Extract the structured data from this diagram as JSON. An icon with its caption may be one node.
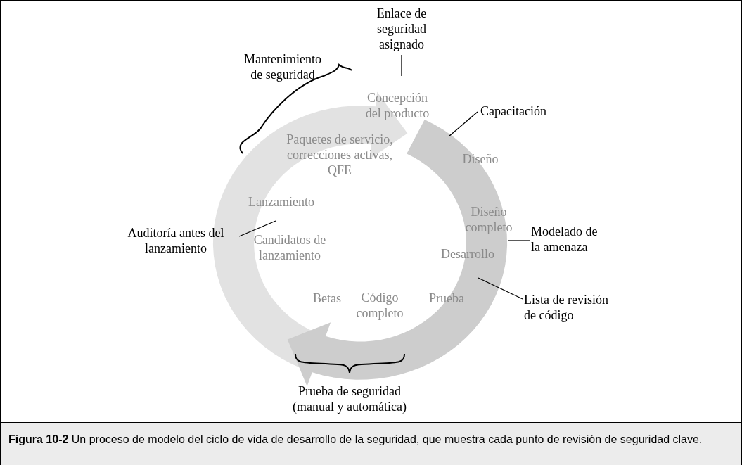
{
  "diagram": {
    "caption": "**Figura 10-2** Un proceso de modelo del ciclo de vida de desarrollo de la seguridad, que muestra cada punto de revisión de seguridad clave.",
    "nodes": [
      {
        "text": [
          "Enlace de seguridad asignado"
        ]
      },
      {
        "text": [
          "Capacitación"
        ]
      },
      {
        "text": [
          "Modelado de la amenaza"
        ]
      },
      {
        "text": [
          "Auditoría antes del lanzamiento"
        ]
      },
      {
        "text": [
          "Lista de revisión de código"
        ]
      }
    ],
    "edges": [
      {
        "from": 0,
        "to": null,
        "arrow": "none"
      },
      {
        "from": 1,
        "to": null,
        "arrow": "none"
      },
      {
        "from": 2,
        "to": null,
        "arrow": "none"
      },
      {
        "from": 3,
        "to": null,
        "arrow": "none"
      },
      {
        "from": 4,
        "to": null,
        "arrow": "none"
      }
    ],
    "labels": [
      "Mantenimiento de seguridad",
      "Concepción del producto",
      "Paquetes de servicio, correcciones activas, QFE",
      "Diseño",
      "Lanzamiento",
      "Diseño completo",
      "Candidatos de lanzamiento",
      "Desarrollo",
      "Betas",
      "Código completo",
      "Prueba",
      "Prueba de seguridad (manual y automática)"
    ]
  }
}
